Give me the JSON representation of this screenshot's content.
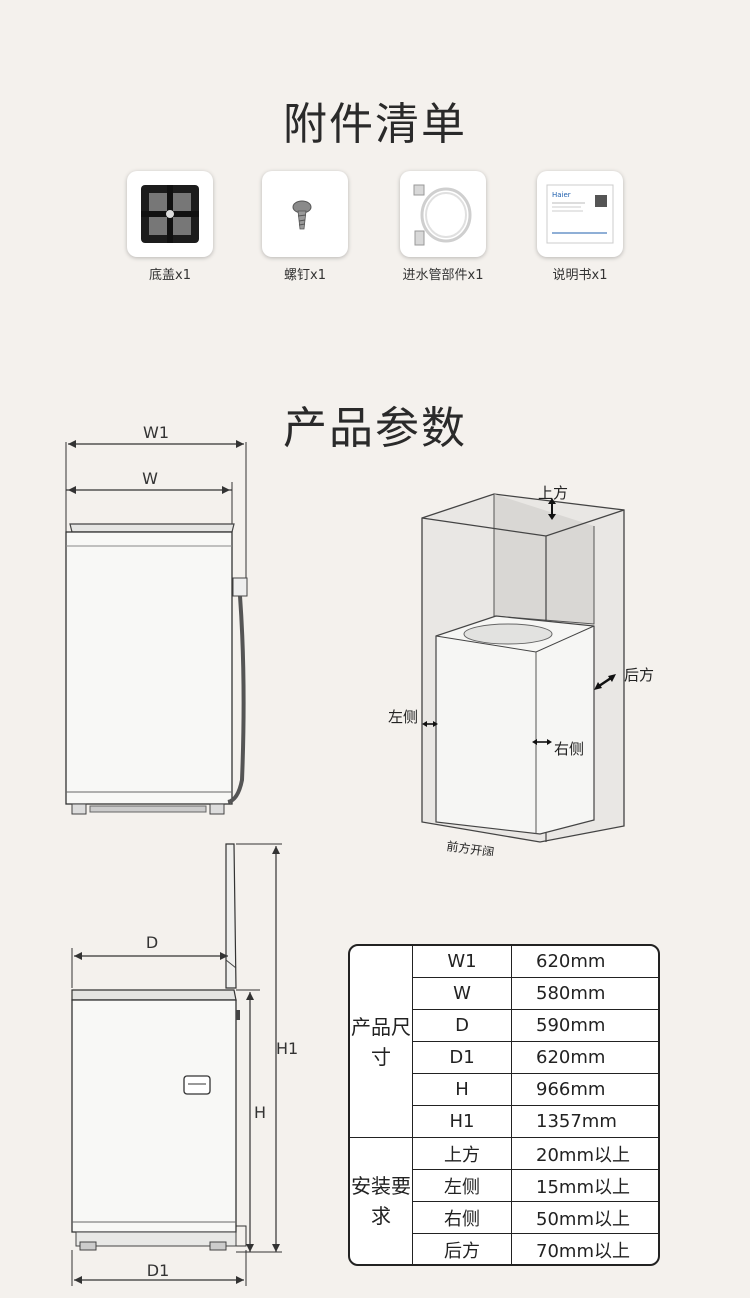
{
  "accessories": {
    "title": "附件清单",
    "items": [
      {
        "label": "底盖x1",
        "icon": "base-cover-icon"
      },
      {
        "label": "螺钉x1",
        "icon": "screw-icon"
      },
      {
        "label": "进水管部件x1",
        "icon": "inlet-hose-icon"
      },
      {
        "label": "说明书x1",
        "icon": "manual-icon"
      }
    ],
    "manual_brand": "Haier"
  },
  "parameters": {
    "title": "产品参数",
    "front_diagram": {
      "w1_label": "W1",
      "w_label": "W"
    },
    "side_diagram": {
      "d_label": "D",
      "d1_label": "D1",
      "h_label": "H",
      "h1_label": "H1"
    },
    "clearance_diagram": {
      "top": "上方",
      "back": "后方",
      "left": "左侧",
      "right": "右侧",
      "front": "前方开阔"
    },
    "spec_table": {
      "size_group": "产品尺寸",
      "install_group": "安装要求",
      "size_rows": [
        {
          "key": "W1",
          "value": "620mm"
        },
        {
          "key": "W",
          "value": "580mm"
        },
        {
          "key": "D",
          "value": "590mm"
        },
        {
          "key": "D1",
          "value": "620mm"
        },
        {
          "key": "H",
          "value": "966mm"
        },
        {
          "key": "H1",
          "value": "1357mm"
        }
      ],
      "install_rows": [
        {
          "key": "上方",
          "value": "20mm以上"
        },
        {
          "key": "左侧",
          "value": "15mm以上"
        },
        {
          "key": "右侧",
          "value": "50mm以上"
        },
        {
          "key": "后方",
          "value": "70mm以上"
        }
      ]
    }
  },
  "colors": {
    "background": "#f4f1ed",
    "machine": "#f8f8f6",
    "line": "#333333"
  }
}
